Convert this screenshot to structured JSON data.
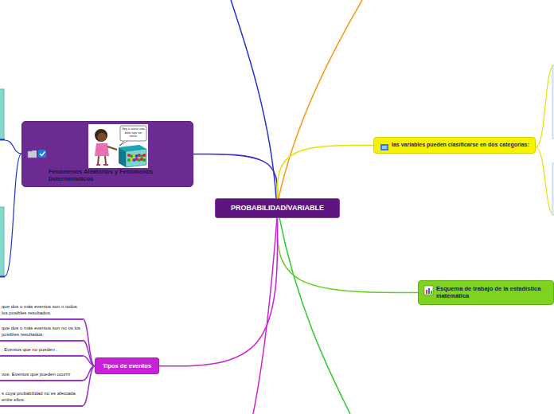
{
  "diagram": {
    "nodes": [
      {
        "text": [
          "PROBABILIDAD/VARIABLE"
        ]
      },
      {
        "text": [
          "Fenómenos Aleatorios y Fenómenos Determinísticos"
        ]
      },
      {
        "text": [
          "las variables pueden clasificarse en dos categorías:"
        ]
      },
      {
        "text": [
          "Esquema de trabajo de la estadística matemática"
        ]
      },
      {
        "text": [
          "Tipos de eventos"
        ]
      },
      {
        "text": [
          "que dos o más eventos son n todos los posibles resultados."
        ]
      },
      {
        "text": [
          "que dos o más eventos son no os los posibles resultados."
        ]
      },
      {
        "text": [
          ": Eventos que no pueden ."
        ]
      },
      {
        "text": [
          "vos: Eventos que pueden ocurrir"
        ]
      },
      {
        "text": [
          "s cuya probabilidad no es afectada entre ellos."
        ]
      }
    ],
    "edges": [
      {
        "from": 0,
        "to": 1,
        "arrow": "none"
      },
      {
        "from": 0,
        "to": 2,
        "arrow": "none"
      },
      {
        "from": 0,
        "to": 3,
        "arrow": "none"
      },
      {
        "from": 0,
        "to": 4,
        "arrow": "none"
      },
      {
        "from": 4,
        "to": 5,
        "arrow": "none"
      },
      {
        "from": 4,
        "to": 6,
        "arrow": "none"
      },
      {
        "from": 4,
        "to": 7,
        "arrow": "none"
      },
      {
        "from": 4,
        "to": 8,
        "arrow": "none"
      },
      {
        "from": 4,
        "to": 9,
        "arrow": "none"
      }
    ],
    "labels": [
      "Voy a sacar una bola roja sin mirar"
    ]
  }
}
